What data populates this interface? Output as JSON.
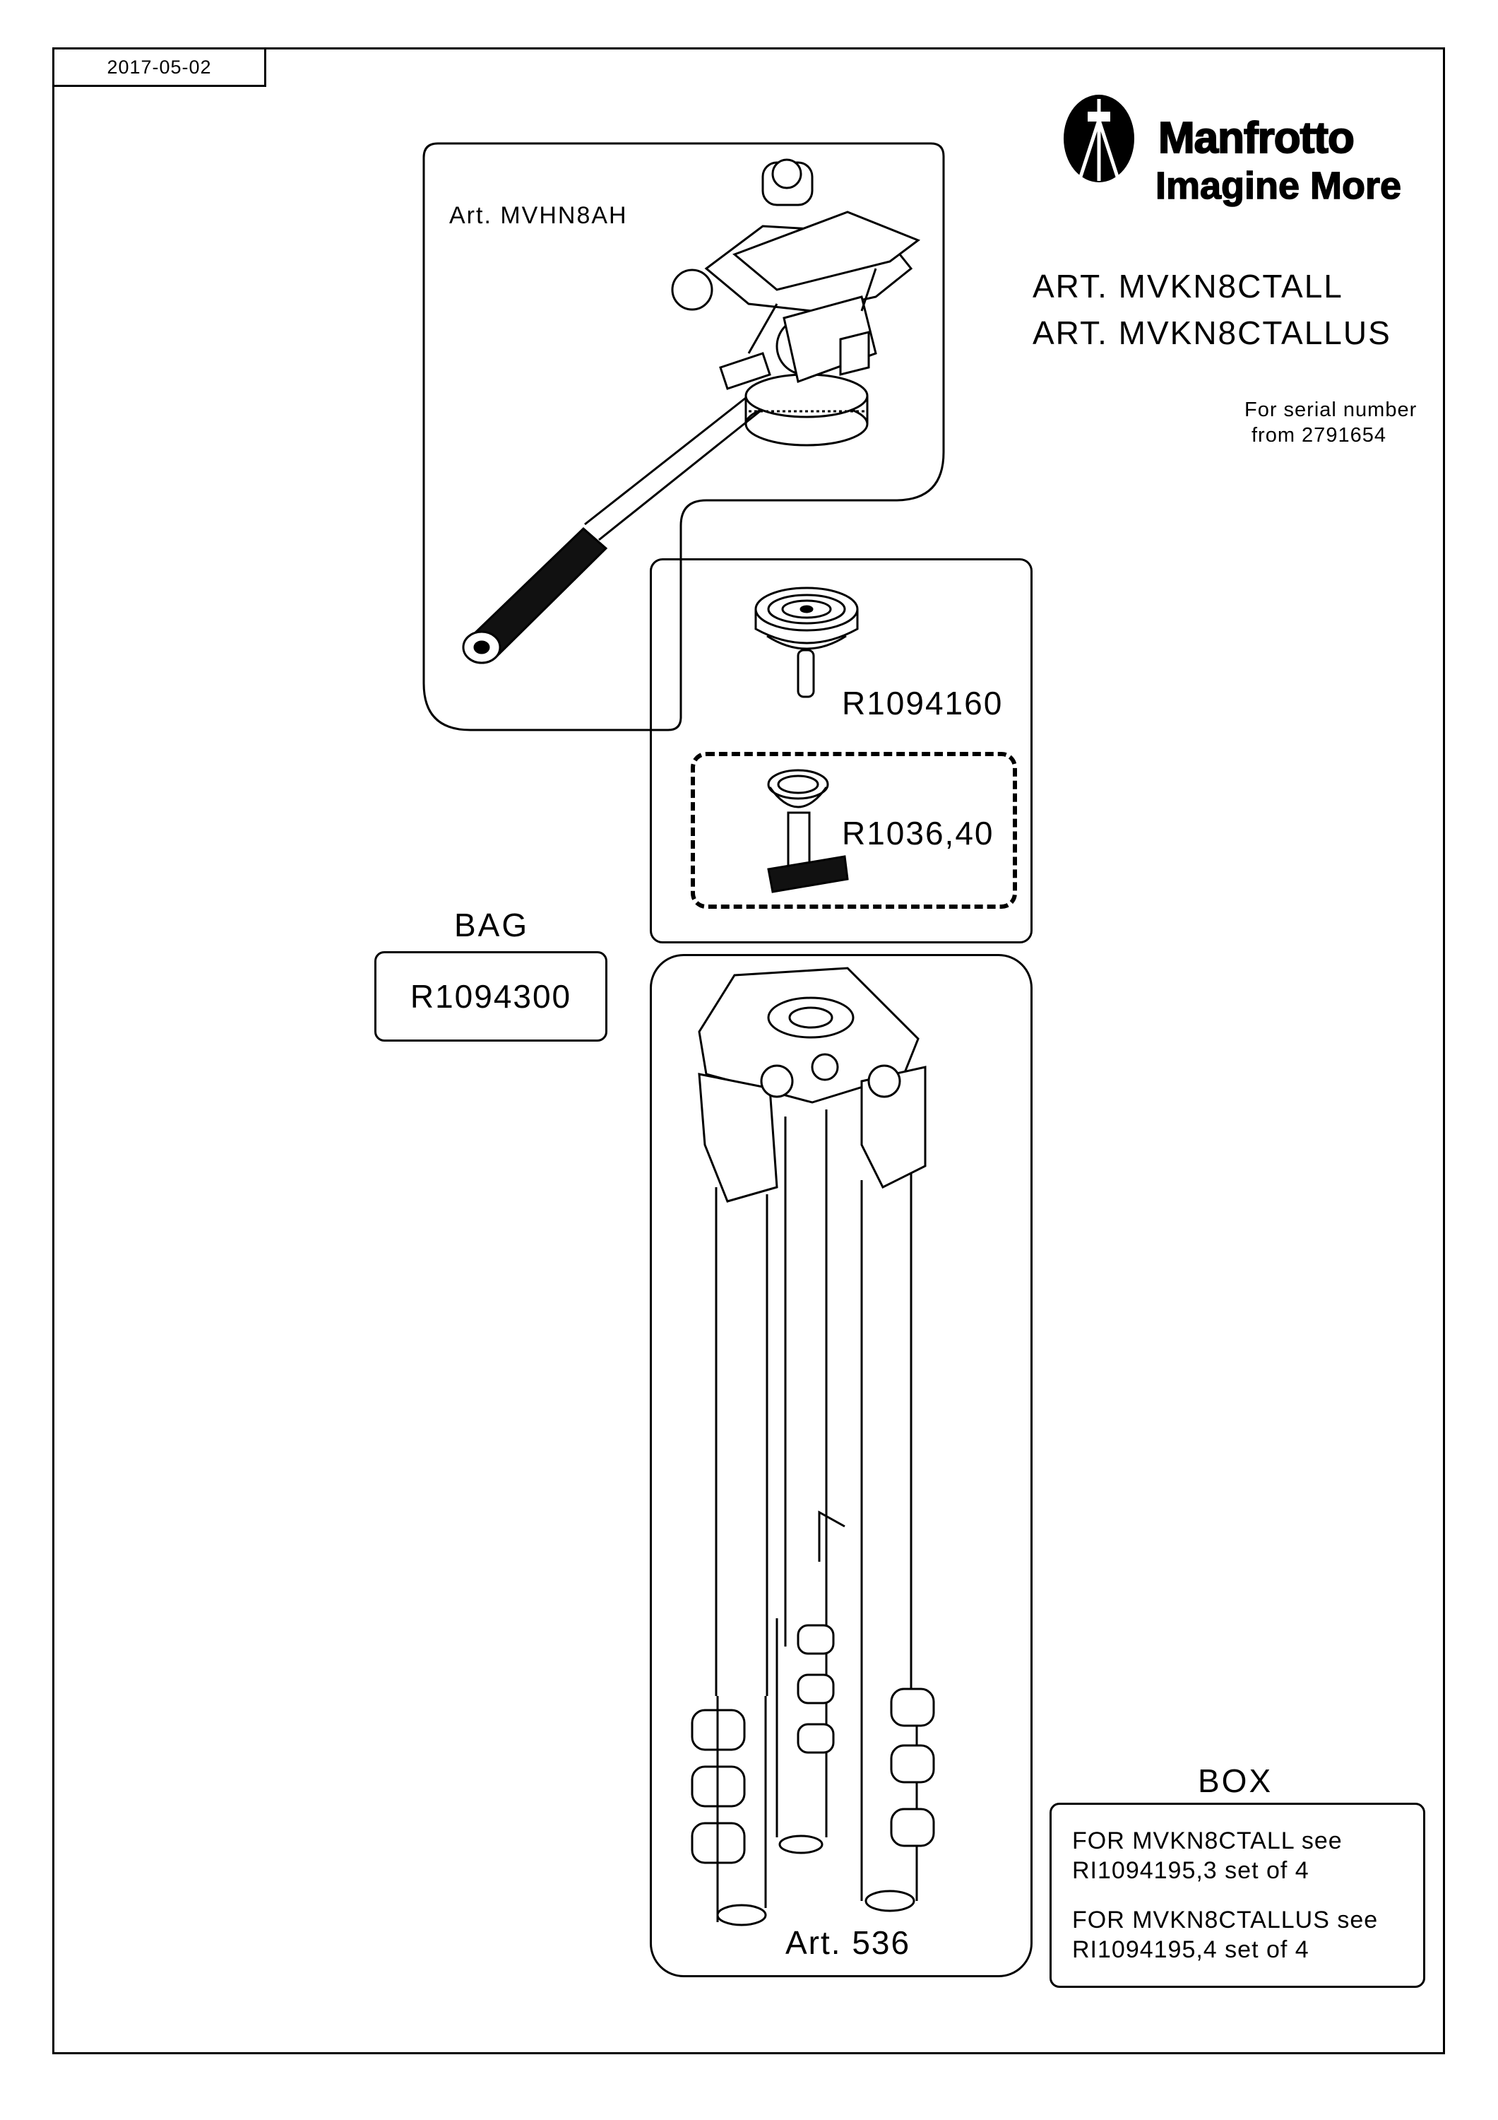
{
  "date": "2017-05-02",
  "brand": {
    "name": "Manfrotto",
    "slogan": "Imagine More"
  },
  "articles": [
    "ART. MVKN8CTALL",
    "ART. MVKN8CTALLUS"
  ],
  "serial": {
    "line1": "For serial number",
    "line2": "from 2791654"
  },
  "head": {
    "label": "Art. MVHN8AH"
  },
  "parts": {
    "plate_code": "R1094160",
    "screw_code": "R1036,40"
  },
  "tripod": {
    "label": "Art. 536"
  },
  "bag": {
    "label": "BAG",
    "code": "R1094300"
  },
  "box": {
    "label": "BOX",
    "line1": "FOR MVKN8CTALL see",
    "line2": "RI1094195,3 set of 4",
    "line3": "FOR MVKN8CTALLUS see",
    "line4": "RI1094195,4 set of 4"
  }
}
